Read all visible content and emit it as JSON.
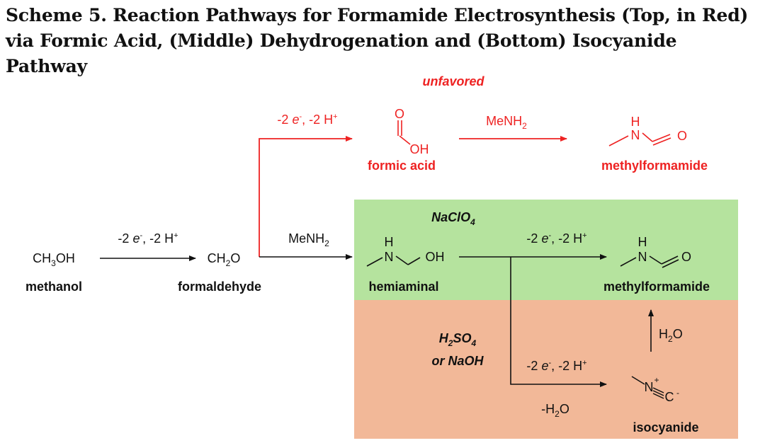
{
  "title": {
    "line1": "Scheme 5.  Reaction Pathways for Formamide Electrosynthesis (Top, in Red)",
    "line2": "via Formic Acid, (Middle) Dehydrogenation and (Bottom) Isocyanide Pathway"
  },
  "colors": {
    "red_path": "#ee2222",
    "green_box": "#b5e39e",
    "orange_box": "#f2b898",
    "black": "#111111"
  },
  "top_pathway": {
    "unfavored_label": "unfavored",
    "step1": {
      "pre": "-2 ",
      "e": "e",
      "esup": "-",
      "mid": ", -2 H",
      "hsup": "+"
    },
    "formic_acid": {
      "o_label": "O",
      "oh_label": "OH",
      "name": "formic acid"
    },
    "reagent": {
      "base": "MeNH",
      "sub": "2"
    },
    "product": {
      "h_label": "H",
      "n_label": "N",
      "o_label": "O",
      "name": "methylformamide"
    }
  },
  "main_pathway": {
    "methanol": {
      "formula_a": "CH",
      "formula_sub": "3",
      "formula_b": "OH",
      "name": "methanol"
    },
    "step1": {
      "pre": "-2 ",
      "e": "e",
      "esup": "-",
      "mid": ", -2 H",
      "hsup": "+"
    },
    "formaldehyde": {
      "formula_a": "CH",
      "formula_sub": "2",
      "formula_b": "O",
      "name": "formaldehyde"
    },
    "reagent": {
      "base": "MeNH",
      "sub": "2"
    },
    "hemiaminal": {
      "h_label": "H",
      "n_label": "N",
      "oh_label": "OH",
      "name": "hemiaminal"
    }
  },
  "middle_pathway": {
    "electrolyte": {
      "base": "NaClO",
      "sub": "4"
    },
    "step": {
      "pre": "-2 ",
      "e": "e",
      "esup": "-",
      "mid": ", -2 H",
      "hsup": "+"
    },
    "product": {
      "h_label": "H",
      "n_label": "N",
      "o_label": "O",
      "name": "methylformamide"
    }
  },
  "bottom_pathway": {
    "electrolyte_line1": {
      "a": "H",
      "sub1": "2",
      "b": "SO",
      "sub2": "4"
    },
    "electrolyte_line2": "or NaOH",
    "step": {
      "pre": "-2 ",
      "e": "e",
      "esup": "-",
      "mid": ", -2 H",
      "hsup": "+"
    },
    "water_loss": {
      "a": "-H",
      "sub": "2",
      "b": "O"
    },
    "isocyanide": {
      "n_label": "N",
      "n_charge": "+",
      "c_label": "C",
      "c_charge": "-",
      "name": "isocyanide"
    },
    "hydration": {
      "a": "H",
      "sub": "2",
      "b": "O"
    }
  }
}
